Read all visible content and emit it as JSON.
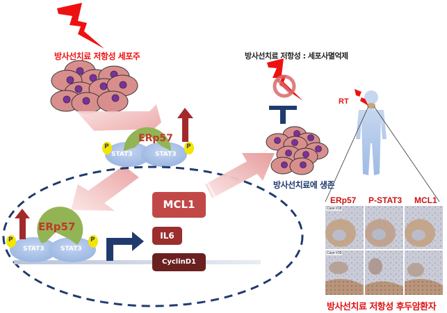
{
  "labels": {
    "resistant_cell_line": "방사선치료 저항성 세포주",
    "resistance_inhibition": "방사선치료 저항성 : 세포사멸억제",
    "survival": "방사선치료에 생존",
    "patients": "방사선치료 저항성 후두암환자",
    "rt": "RT"
  },
  "complex_top": {
    "erp57": "ERp57",
    "stat3_left": "STAT3",
    "stat3_right": "STAT3",
    "p_left": "P",
    "p_right": "P"
  },
  "complex_nucleus": {
    "erp57": "ERp57",
    "stat3_left": "STAT3",
    "stat3_right": "STAT3",
    "p_left": "P",
    "p_right": "P"
  },
  "genes": {
    "mcl1": "MCL1",
    "il6": "IL6",
    "cyclind1": "CyclinD1"
  },
  "ihc": {
    "columns": [
      "ERp57",
      "P-STAT3",
      "MCL1"
    ],
    "rows": [
      "Case #18",
      "Case #39"
    ]
  },
  "colors": {
    "lightning": "#ee1111",
    "cell_body": "#d98e8e",
    "cell_nucleus": "#7b2fa0",
    "erp57": "#93b454",
    "stat3": "#a9c2e8",
    "phospho": "#f2e600",
    "navy": "#1f3b6e",
    "up_arrow": "#a22a2a",
    "mcl1": "#c24848",
    "il6": "#9c2e2e",
    "cyclind1": "#6b2020",
    "pink_arrow": "#f0b3b3"
  }
}
